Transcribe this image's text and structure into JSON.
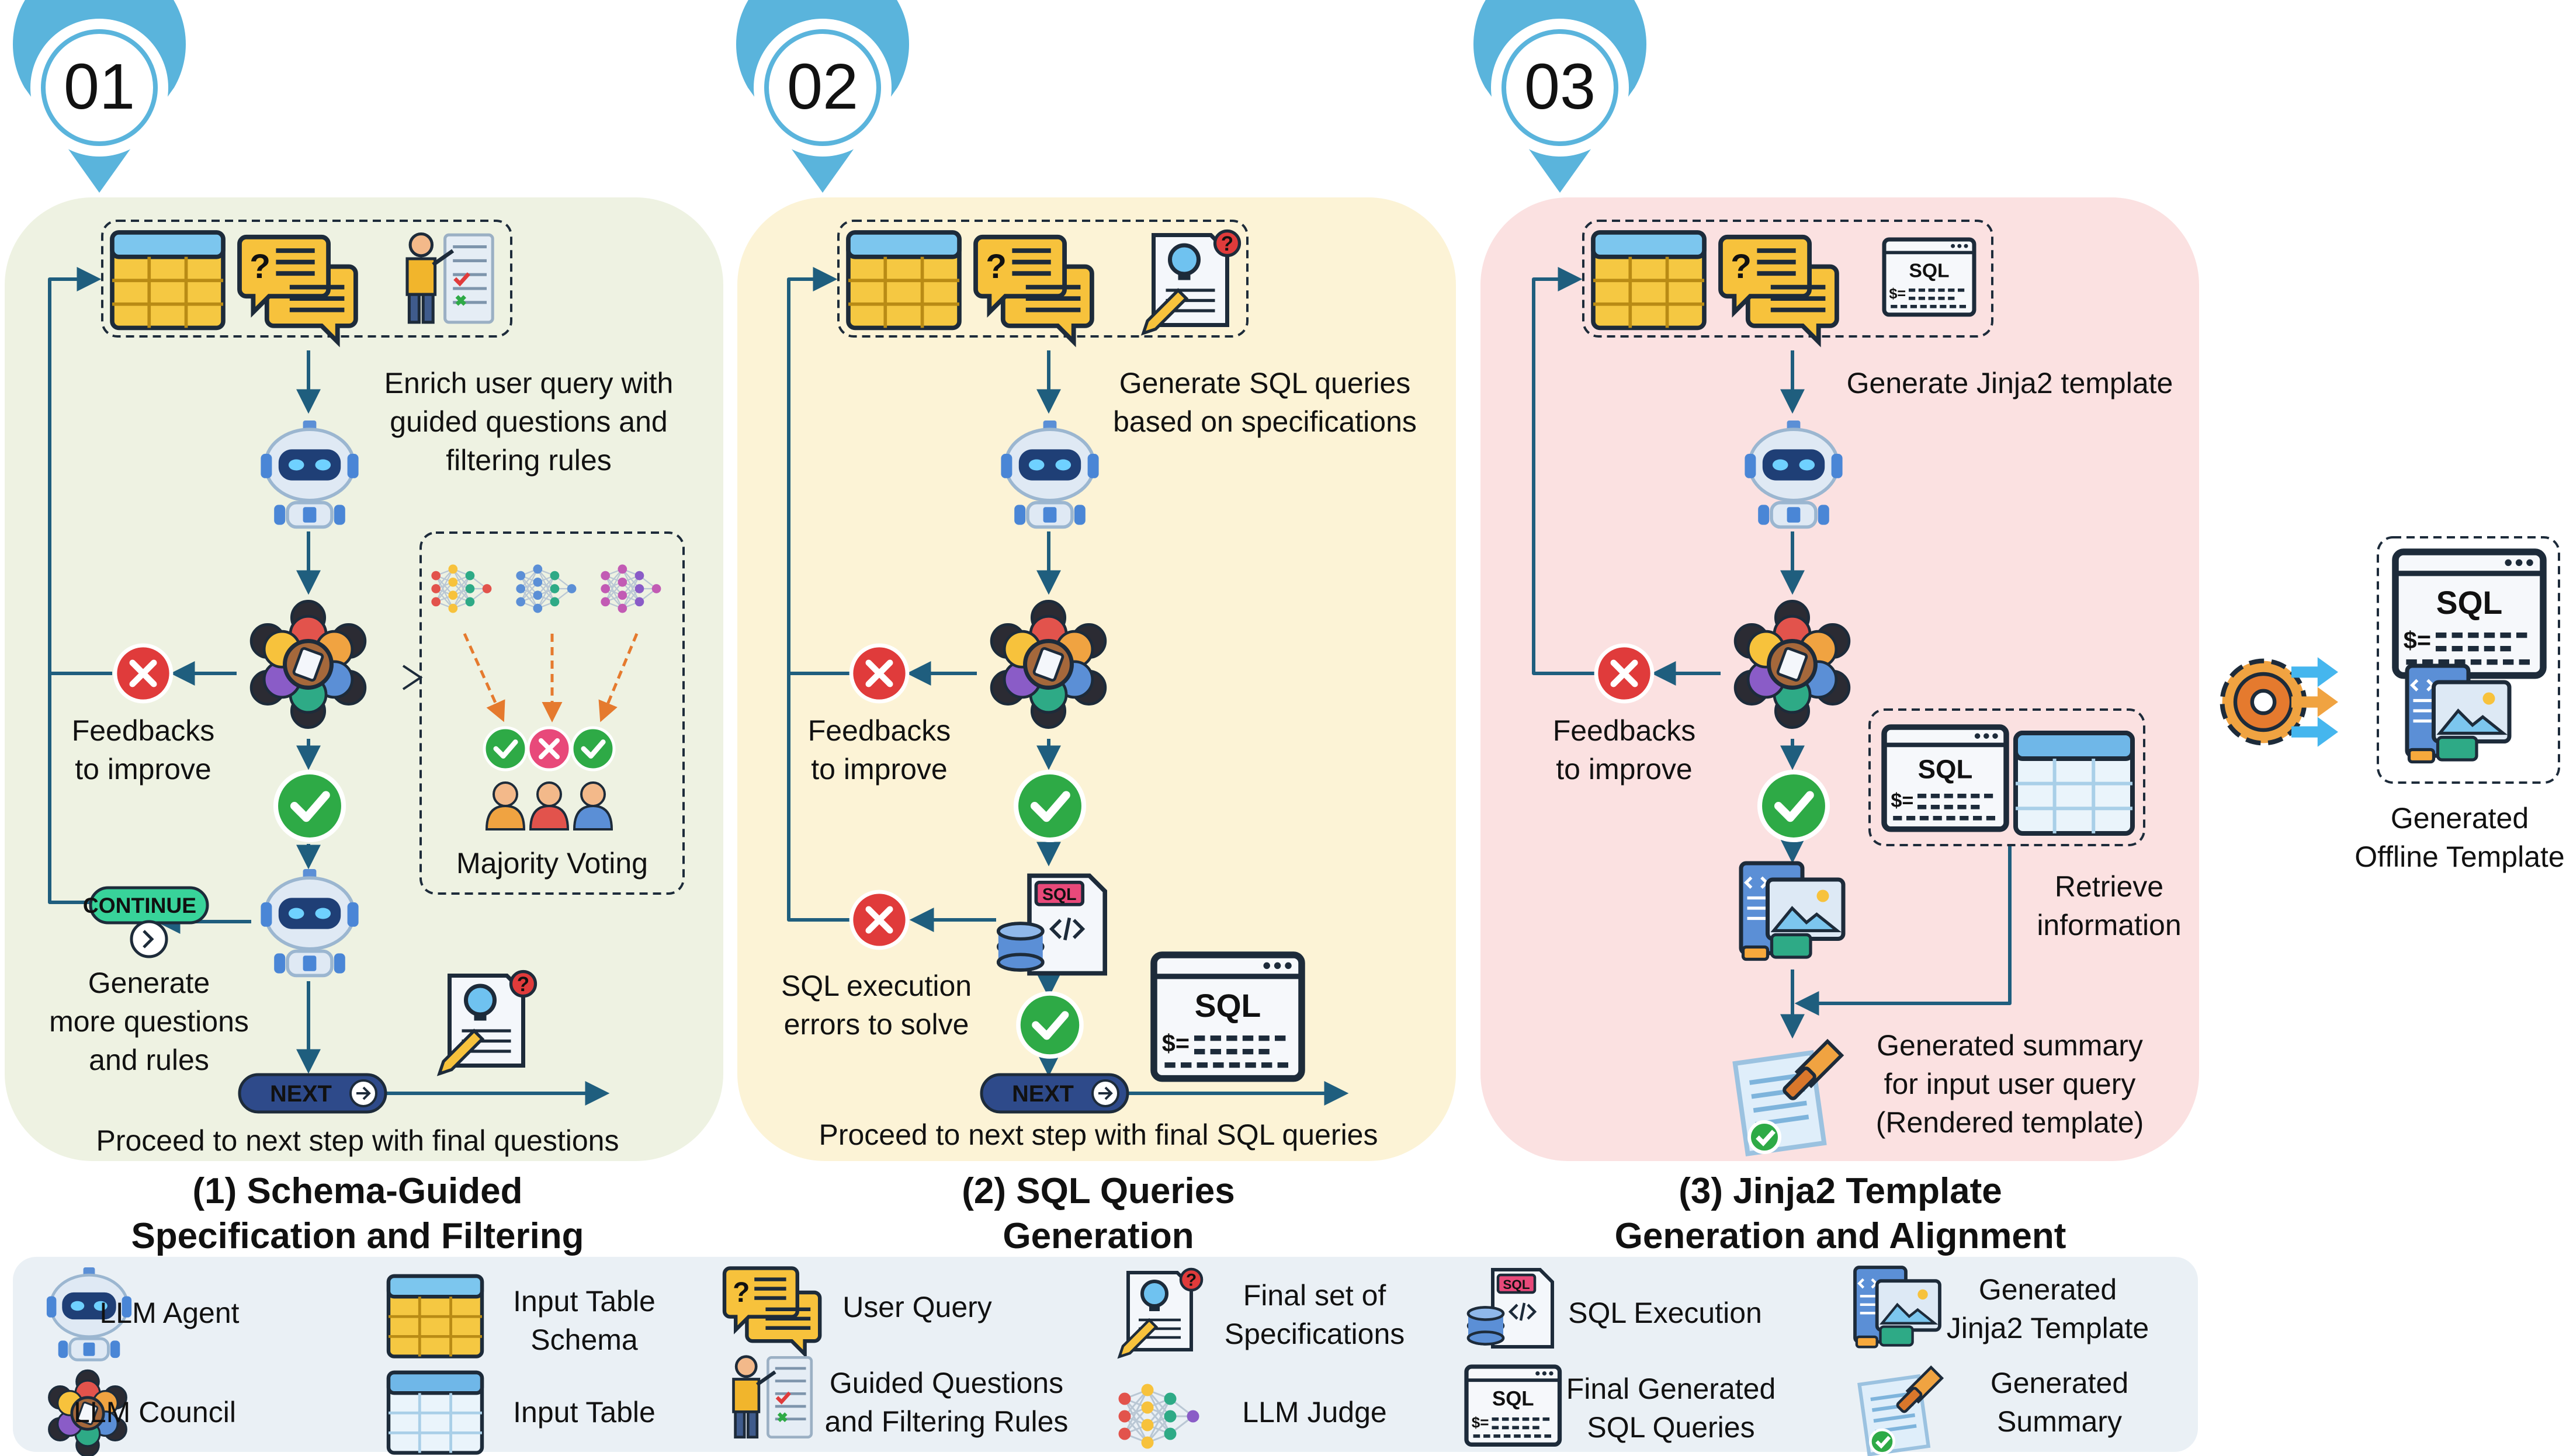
{
  "steps": [
    {
      "badge": "01",
      "caption_line1": "(1) Schema-Guided",
      "caption_line2": "Specification and Filtering",
      "annotation": [
        "Enrich user query with",
        "guided questions and",
        "filtering rules"
      ],
      "feedback": [
        "Feedbacks",
        "to improve"
      ],
      "majority_voting": "Majority Voting",
      "continue_label": "CONTINUE",
      "generate_more": [
        "Generate",
        "more questions",
        "and rules"
      ],
      "next_label": "NEXT",
      "proceed": "Proceed to next step with final questions"
    },
    {
      "badge": "02",
      "caption_line1": "(2) SQL Queries",
      "caption_line2": "Generation",
      "annotation": [
        "Generate SQL queries",
        "based on specifications"
      ],
      "feedback": [
        "Feedbacks",
        "to improve"
      ],
      "sql_errors": [
        "SQL execution",
        "errors to solve"
      ],
      "next_label": "NEXT",
      "proceed": "Proceed to next step with final SQL queries"
    },
    {
      "badge": "03",
      "caption_line1": "(3) Jinja2 Template",
      "caption_line2": "Generation and Alignment",
      "annotation": [
        "Generate Jinja2 template"
      ],
      "feedback": [
        "Feedbacks",
        "to improve"
      ],
      "retrieve": [
        "Retrieve",
        "information"
      ],
      "summary": [
        "Generated summary",
        "for input user query",
        "(Rendered template)"
      ]
    }
  ],
  "output": {
    "label_line1": "Generated",
    "label_line2": "Offline Template"
  },
  "legend": [
    {
      "icon": "robot-icon",
      "label": [
        "LLM Agent"
      ]
    },
    {
      "icon": "council-icon",
      "label": [
        "LLM Council"
      ]
    },
    {
      "icon": "table-schema-icon",
      "label": [
        "Input Table",
        "Schema"
      ]
    },
    {
      "icon": "input-table-icon",
      "label": [
        "Input Table"
      ]
    },
    {
      "icon": "chat-icon",
      "label": [
        "User Query"
      ]
    },
    {
      "icon": "guided-questions-icon",
      "label": [
        "Guided Questions",
        "and Filtering Rules"
      ]
    },
    {
      "icon": "specification-icon",
      "label": [
        "Final set of",
        "Specifications"
      ]
    },
    {
      "icon": "judge-icon",
      "label": [
        "LLM Judge"
      ]
    },
    {
      "icon": "sql-execution-icon",
      "label": [
        "SQL Execution"
      ]
    },
    {
      "icon": "sql-window-icon",
      "label": [
        "Final Generated",
        "SQL Queries"
      ]
    },
    {
      "icon": "jinja-template-icon",
      "label": [
        "Generated",
        "Jinja2 Template"
      ]
    },
    {
      "icon": "summary-icon",
      "label": [
        "Generated",
        "Summary"
      ]
    }
  ],
  "icon_text": {
    "sql": "SQL",
    "prompt": "$=",
    "question": "?",
    "cross": "×"
  },
  "colors": {
    "panel1": "#eef2e2",
    "panel2": "#fcf3d6",
    "panel3": "#fbe1e1",
    "legend": "#eaf0f5",
    "badge": "#5ab4dc",
    "arrow": "#1f5e7e",
    "check": "#2eaa46",
    "cross": "#e03b3b",
    "next": "#2e4a8a",
    "continue": "#38d39a"
  }
}
